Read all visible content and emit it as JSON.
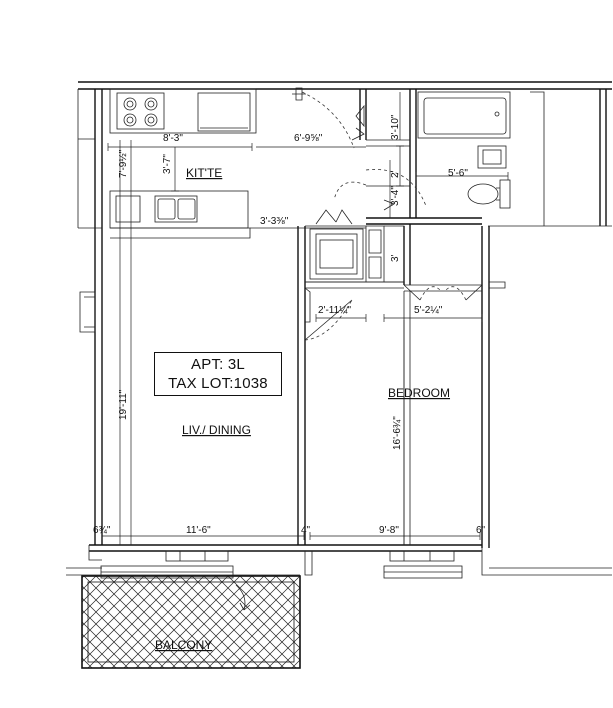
{
  "unit": {
    "apt_label": "APT: 3L",
    "tax_lot_label": "TAX LOT:1038"
  },
  "rooms": {
    "kitchen": "KIT'TE",
    "living": "LIV./ DINING",
    "bedroom": "BEDROOM",
    "balcony": "BALCONY"
  },
  "dimensions": {
    "kitchen_width": "8'-3\"",
    "kitchen_depth": "7'-9½\"",
    "kitchen_counter": "3'-7\"",
    "hall_width": "6'-9⅝\"",
    "bath_width": "5'-6\"",
    "bath_depth": "3'-10\"",
    "closet_a": "3'-4\"",
    "closet_b": "2'",
    "hall_depth": "3'-3⅜\"",
    "closet_c": "3'",
    "entry_width": "2'-11¼\"",
    "bedroom_closet": "5'-2¼\"",
    "living_depth": "19'-11\"",
    "bedroom_depth": "16'-6¾\"",
    "wall_left": "6¾\"",
    "living_width": "11'-6\"",
    "wall_mid": "4\"",
    "bedroom_width": "9'-8\"",
    "wall_right": "6\""
  },
  "colors": {
    "line": "#111111",
    "background": "#ffffff"
  }
}
